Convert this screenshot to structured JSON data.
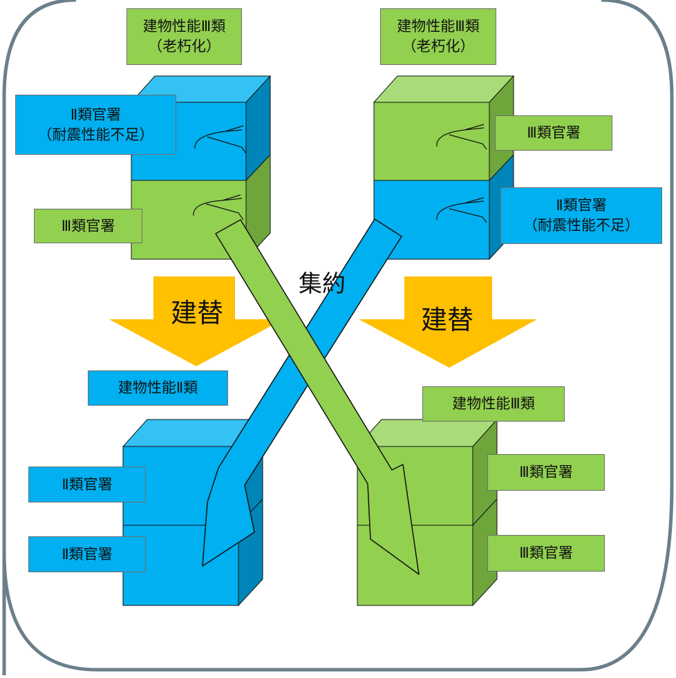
{
  "colors": {
    "blue_front": "#00b0f0",
    "blue_top": "#33c2f3",
    "blue_side": "#0085b8",
    "green_front": "#92d050",
    "green_top": "#a9dc78",
    "green_side": "#6ea63c",
    "replace_arrow": "#ffc000",
    "frame": "#6b7f8a"
  },
  "top_left": {
    "perf_line1": "建物性能Ⅲ類",
    "perf_line2": "（老朽化）",
    "upper_tenant_line1": "Ⅱ類官署",
    "upper_tenant_line2": "（耐震性能不足）",
    "lower_tenant": "Ⅲ類官署"
  },
  "top_right": {
    "perf_line1": "建物性能Ⅲ類",
    "perf_line2": "（老朽化）",
    "upper_tenant": "Ⅲ類官署",
    "lower_tenant_line1": "Ⅱ類官署",
    "lower_tenant_line2": "（耐震性能不足）"
  },
  "arrows": {
    "replace_left": "建替",
    "replace_right": "建替",
    "consolidate": "集約"
  },
  "bottom_left": {
    "perf": "建物性能Ⅱ類",
    "upper_tenant": "Ⅱ類官署",
    "lower_tenant": "Ⅱ類官署"
  },
  "bottom_right": {
    "perf": "建物性能Ⅲ類",
    "upper_tenant": "Ⅲ類官署",
    "lower_tenant": "Ⅲ類官署"
  }
}
